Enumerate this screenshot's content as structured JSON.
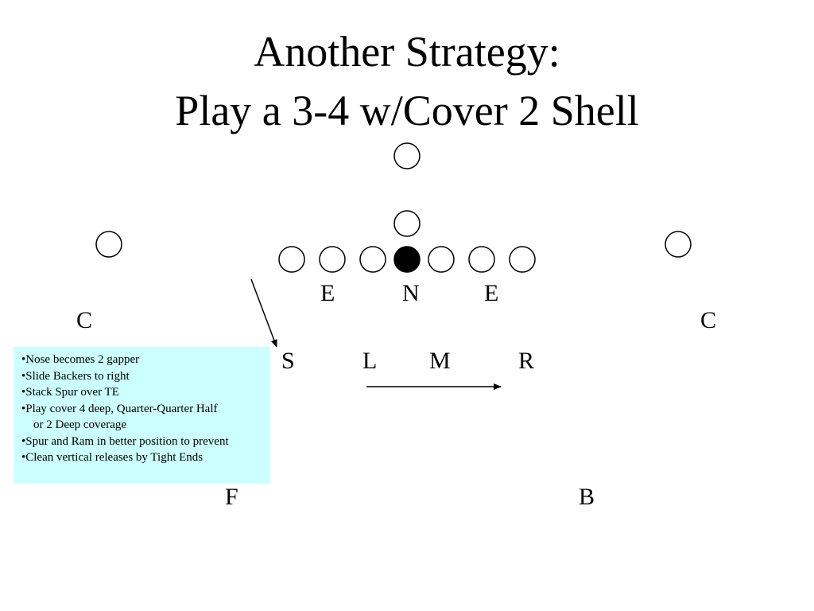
{
  "title": {
    "line1": "Another Strategy:",
    "line2": "Play a 3-4 w/Cover 2 Shell"
  },
  "positions": {
    "end_left": "E",
    "nose": "N",
    "end_right": "E",
    "corner_left": "C",
    "corner_right": "C",
    "spur": "S",
    "lb_l": "L",
    "lb_m": "M",
    "lb_r": "R",
    "safety_f": "F",
    "safety_b": "B"
  },
  "notes": [
    "•Nose becomes 2 gapper",
    "•Slide Backers to right",
    "•Stack Spur over TE",
    "•Play cover 4 deep, Quarter-Quarter Half",
    "    or 2 Deep coverage",
    "•Spur and Ram in better position to prevent",
    "•Clean vertical releases by Tight Ends"
  ],
  "colors": {
    "note_background": "#ccffff"
  }
}
